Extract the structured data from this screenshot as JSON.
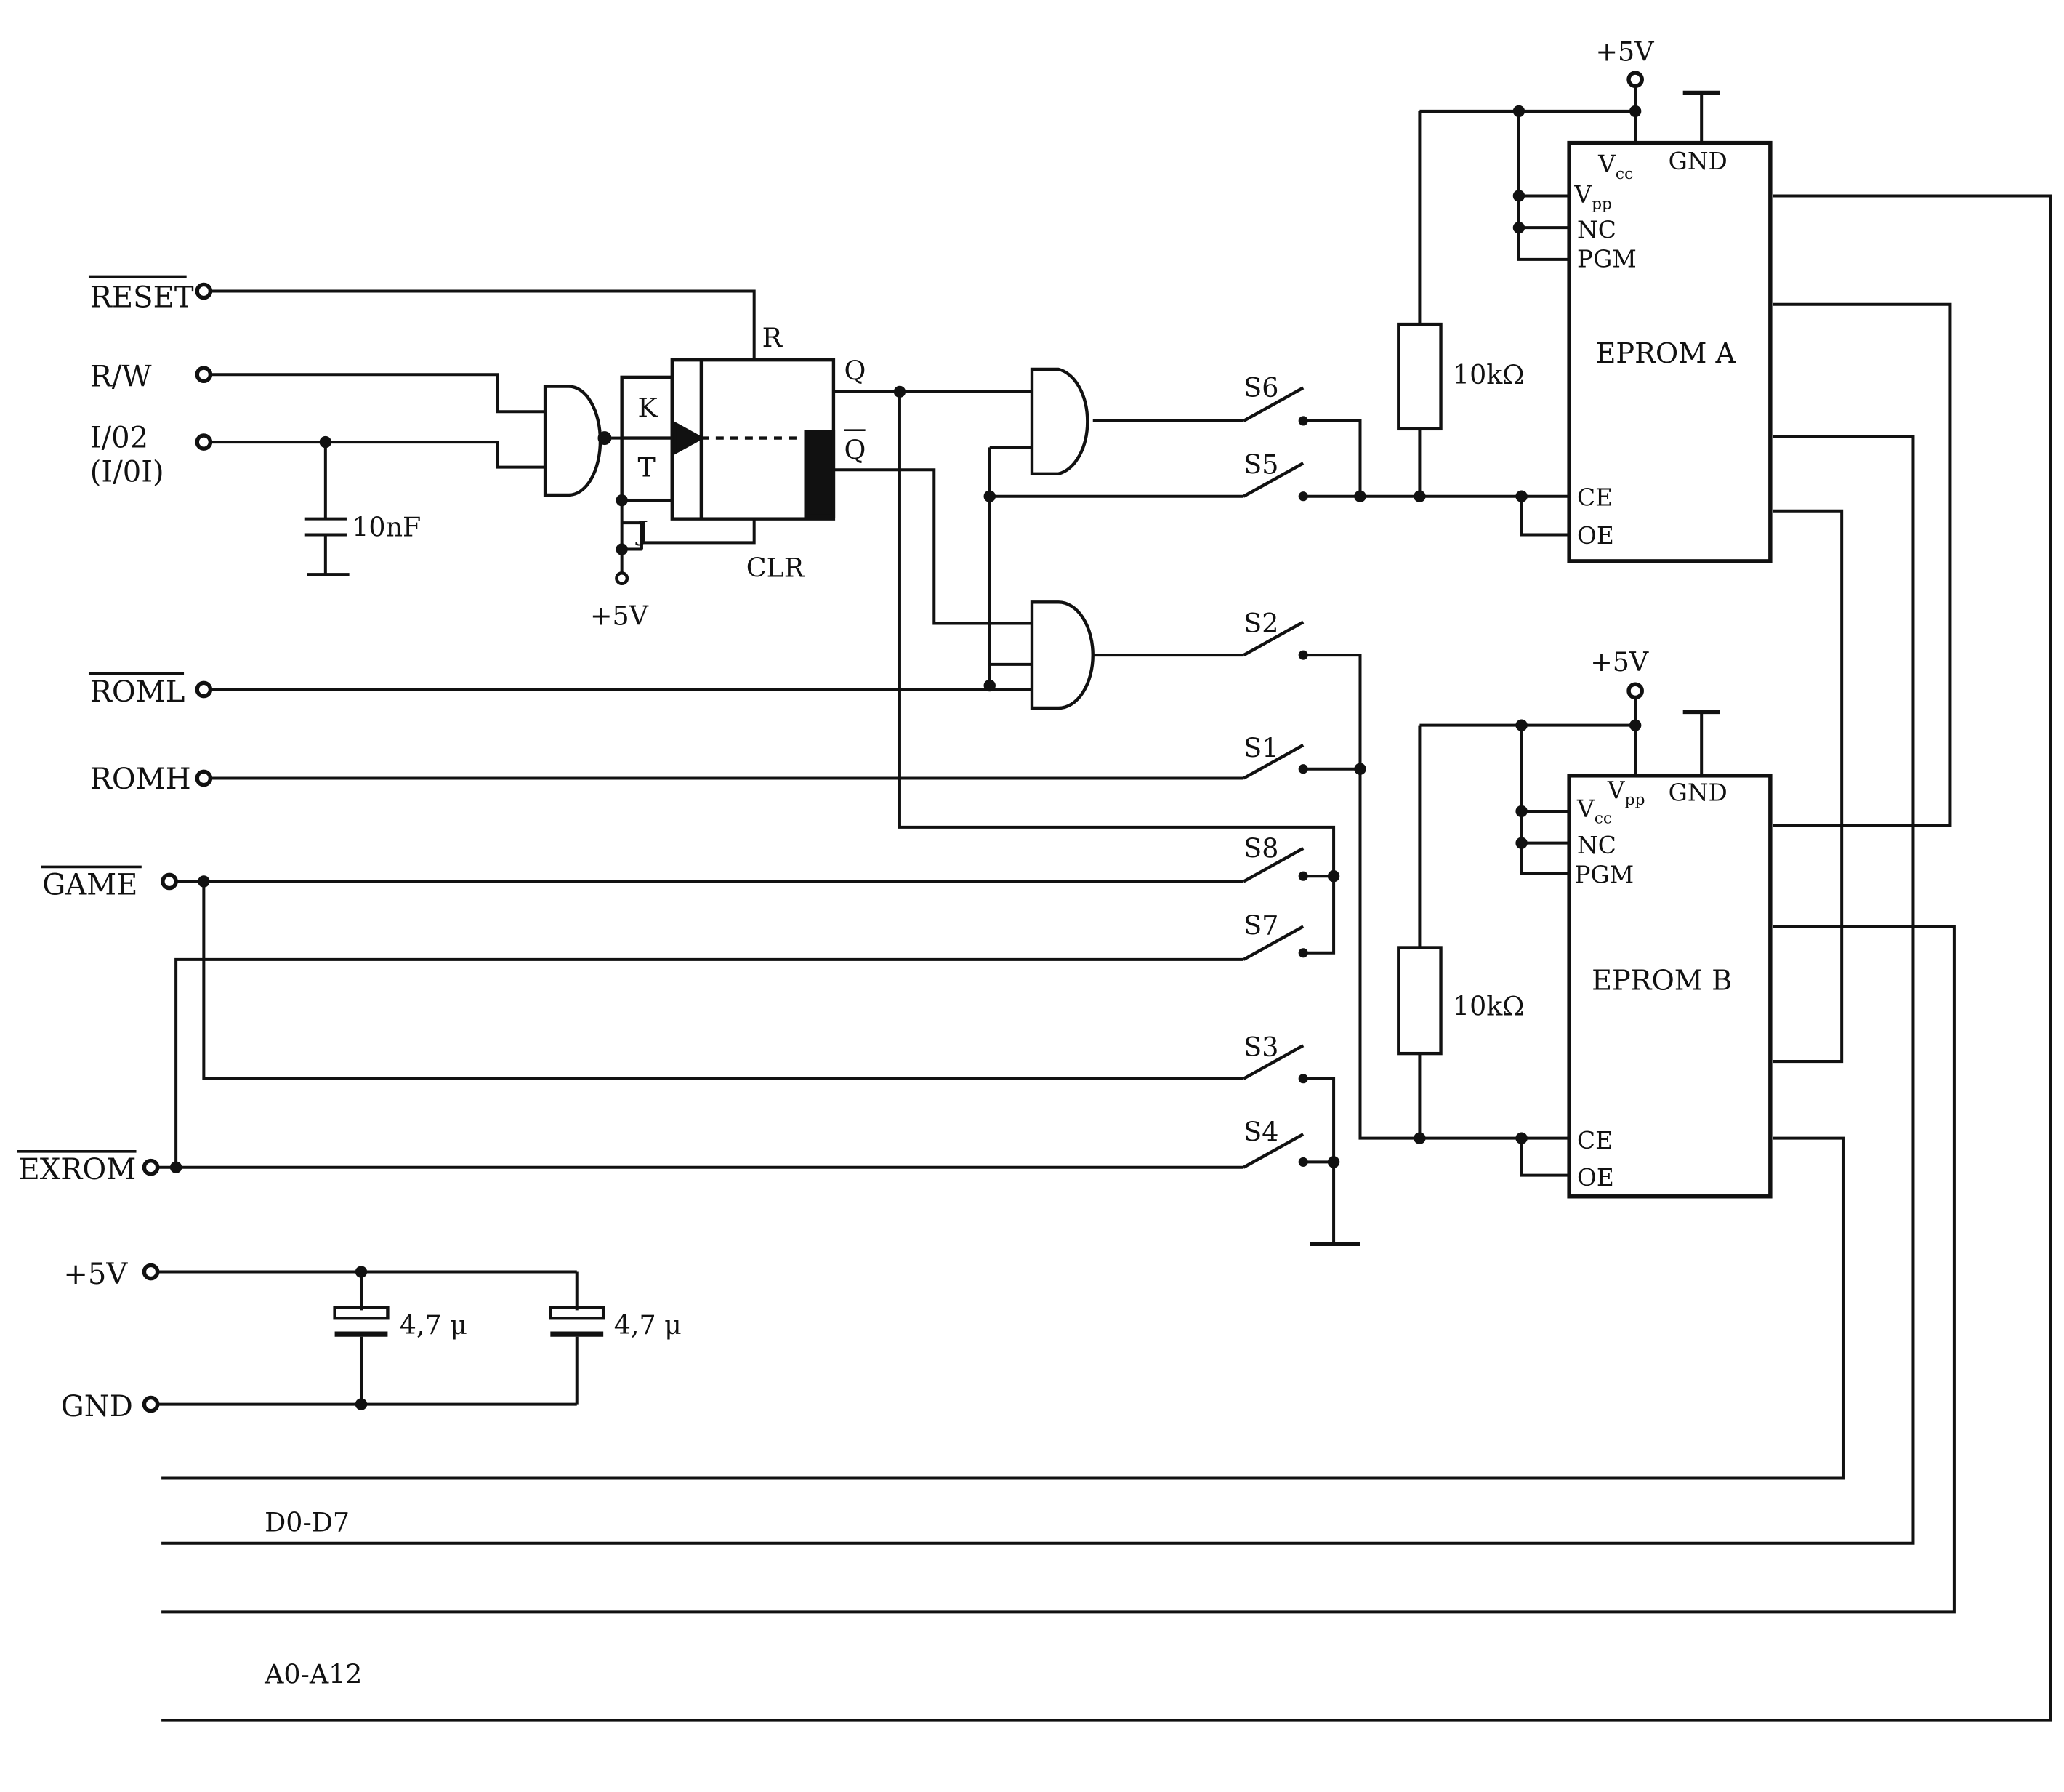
{
  "inputs": {
    "reset": "RESET",
    "rw": "R/W",
    "io2": "I/02",
    "io1": "(I/0I)",
    "roml": "ROML",
    "romh": "ROMH",
    "game": "GAME",
    "exrom": "EXROM",
    "vplus": "+5V",
    "gnd": "GND"
  },
  "flipflop": {
    "k": "K",
    "t": "T",
    "j": "J",
    "r": "R",
    "clr": "CLR",
    "q": "Q",
    "qbar": "Q",
    "supply": "+5V"
  },
  "components": {
    "cap_io": "10nF",
    "cap1": "4,7 μ",
    "cap2": "4,7 μ",
    "res_a": "10kΩ",
    "res_b": "10kΩ"
  },
  "switches": [
    "S6",
    "S5",
    "S2",
    "S1",
    "S8",
    "S7",
    "S3",
    "S4"
  ],
  "eprom_a": {
    "name": "EPROM A",
    "supply": "+5V",
    "vcc": "V",
    "vcc_sub": "cc",
    "vpp": "V",
    "vpp_sub": "pp",
    "gnd": "GND",
    "nc": "NC",
    "pgm": "PGM",
    "ce": "CE",
    "oe": "OE"
  },
  "eprom_b": {
    "name": "EPROM B",
    "supply": "+5V",
    "vcc": "V",
    "vcc_sub": "cc",
    "vpp": "V",
    "vpp_sub": "pp",
    "gnd": "GND",
    "nc": "NC",
    "pgm": "PGM",
    "ce": "CE",
    "oe": "OE"
  },
  "buses": {
    "data": "D0-D7",
    "address": "A0-A12"
  }
}
